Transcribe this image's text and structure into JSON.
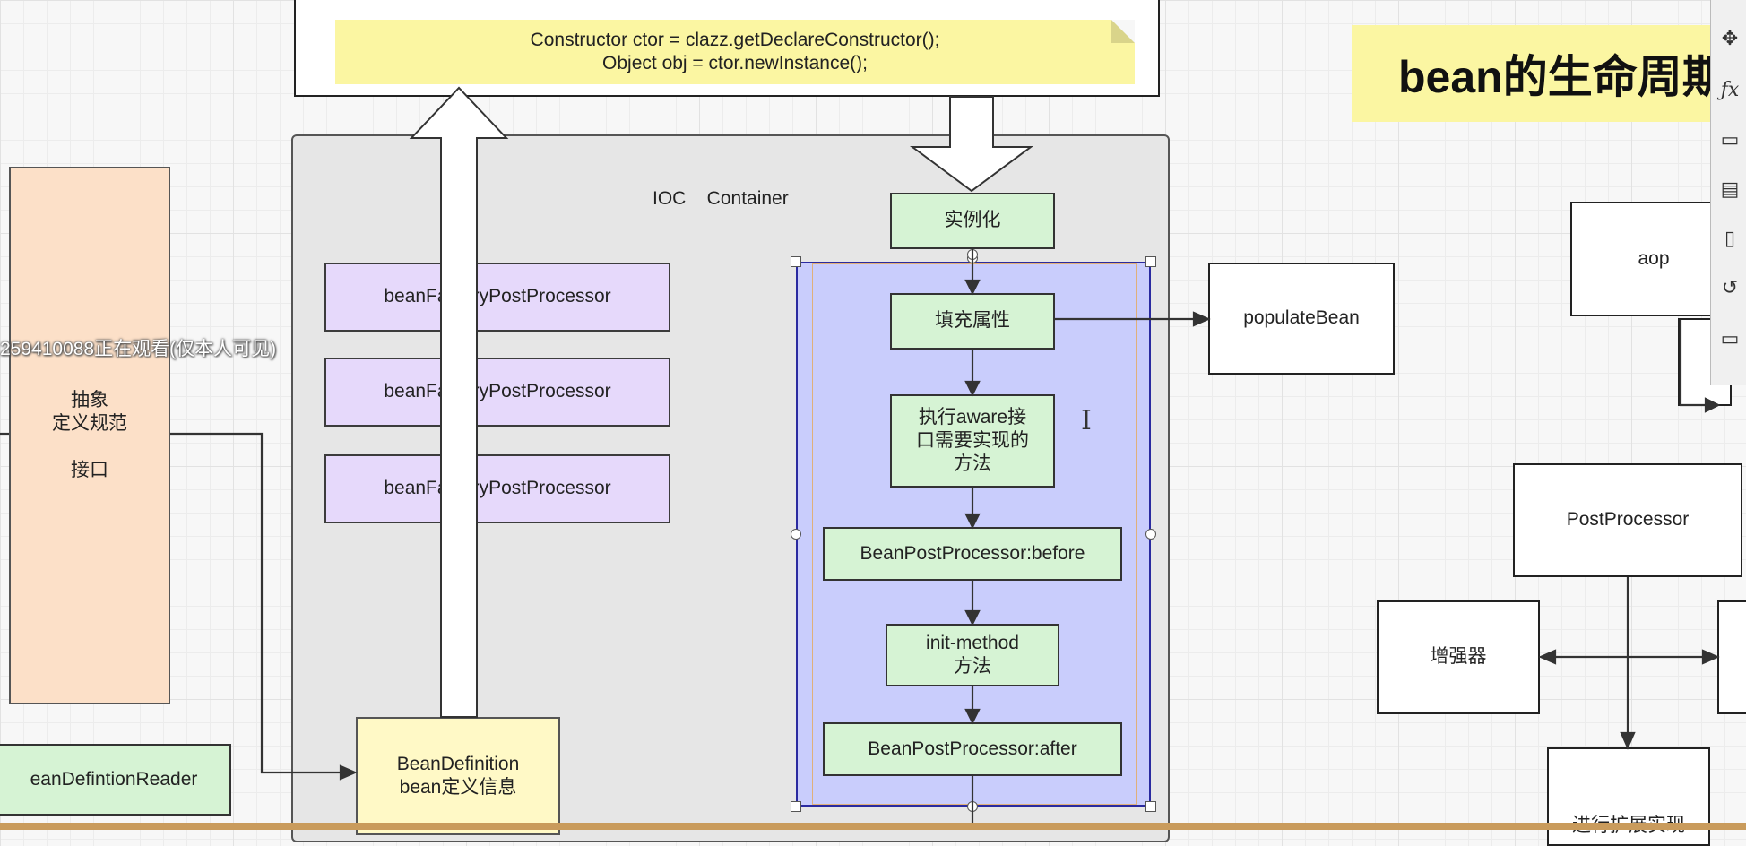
{
  "code_note": {
    "line1": "Constructor ctor = clazz.getDeclareConstructor();",
    "line2": "Object obj = ctor.newInstance();"
  },
  "title": "bean的生命周期",
  "watermark": "259410088正在观看(仅本人可见)",
  "left": {
    "abstract_box": "抽象\n定义规范\n\n接口",
    "reader_box": "eanDefintionReader"
  },
  "container": {
    "label": "IOC    Container",
    "bfpp": [
      "beanFactoryPostProcessor",
      "beanFactoryPostProcessor",
      "beanFactoryPostProcessor"
    ],
    "bean_definition": "BeanDefinition\nbean定义信息"
  },
  "lifecycle": {
    "instantiate": "实例化",
    "populate": "填充属性",
    "aware": "执行aware接\n口需要实现的\n方法",
    "bpp_before": "BeanPostProcessor:before",
    "init_method": "init-method\n方法",
    "bpp_after": "BeanPostProcessor:after"
  },
  "right": {
    "populate_bean": "populateBean",
    "aop": "aop",
    "post_processor": "PostProcessor",
    "enhancer": "增强器",
    "extend": "进行扩展实现"
  },
  "colors": {
    "purple": "#e6d9fb",
    "green": "#d6f3d4",
    "selection": "#c9cdfc",
    "note": "#fbf6a2",
    "peach": "#fce0c8"
  },
  "toolbar_icons": [
    "move-icon",
    "formula-icon",
    "calendar-icon",
    "layout-icon",
    "page-icon",
    "history-icon",
    "comment-icon"
  ]
}
